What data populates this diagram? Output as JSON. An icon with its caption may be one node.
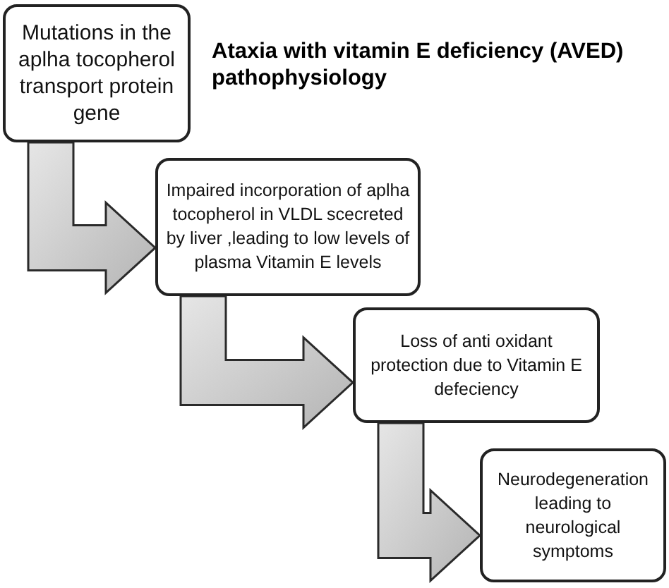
{
  "diagram": {
    "title": "Ataxia with vitamin E deficiency (AVED) pathophysiology",
    "nodes": [
      {
        "text": [
          "Mutations in the aplha tocopherol transport protein gene"
        ]
      },
      {
        "text": [
          "Impaired incorporation of aplha tocopherol in VLDL scecreted by liver ,leading to low levels of plasma Vitamin E levels"
        ]
      },
      {
        "text": [
          "Loss of anti oxidant protection due to Vitamin E defeciency"
        ]
      },
      {
        "text": [
          "Neurodegeneration leading to neurological symptoms"
        ]
      }
    ],
    "edges": [
      {
        "from": 0,
        "to": 1,
        "arrow": "to"
      },
      {
        "from": 1,
        "to": 2,
        "arrow": "to"
      },
      {
        "from": 2,
        "to": 3,
        "arrow": "to"
      }
    ]
  }
}
